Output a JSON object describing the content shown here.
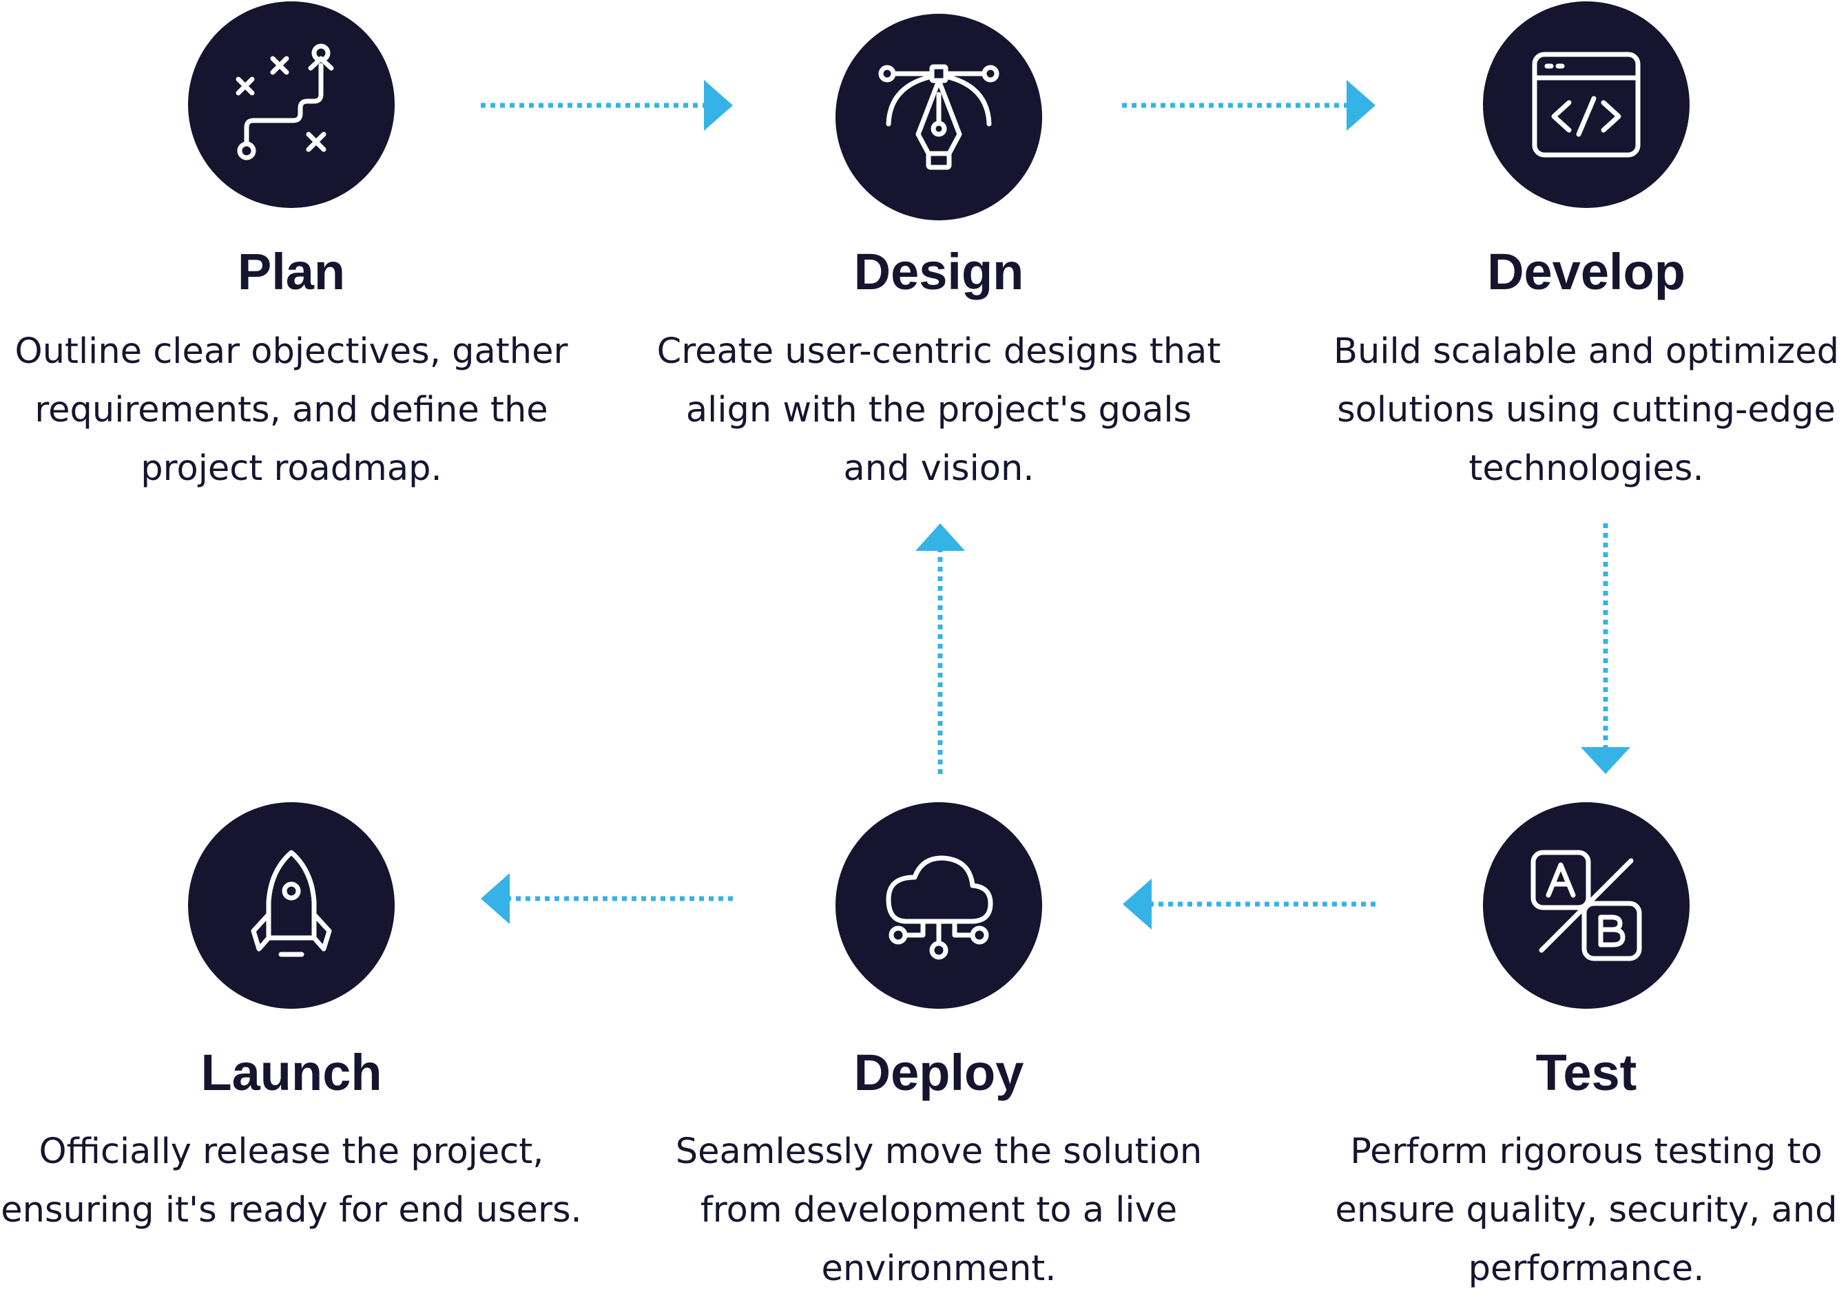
{
  "colors": {
    "circle": "#16142e",
    "text": "#16142e",
    "arrow": "#35b3e6",
    "icon_stroke": "#ffffff"
  },
  "steps": [
    {
      "id": "plan",
      "title": "Plan",
      "icon": "strategy-path-icon",
      "lines": [
        "Outline clear objectives, gather",
        "requirements, and define the",
        "project roadmap."
      ]
    },
    {
      "id": "design",
      "title": "Design",
      "icon": "pen-tool-icon",
      "lines": [
        "Create user-centric designs that",
        "align with the project's goals",
        "and vision."
      ]
    },
    {
      "id": "develop",
      "title": "Develop",
      "icon": "code-window-icon",
      "lines": [
        "Build scalable and optimized",
        "solutions using cutting-edge",
        "technologies."
      ]
    },
    {
      "id": "test",
      "title": "Test",
      "icon": "ab-test-icon",
      "lines": [
        "Perform rigorous testing to",
        "ensure quality, security, and",
        "performance."
      ]
    },
    {
      "id": "deploy",
      "title": "Deploy",
      "icon": "cloud-network-icon",
      "lines": [
        "Seamlessly move the solution",
        "from development to a live",
        "environment."
      ]
    },
    {
      "id": "launch",
      "title": "Launch",
      "icon": "rocket-icon",
      "lines": [
        "Officially release the project,",
        "ensuring it's ready for end users."
      ]
    }
  ],
  "connections": [
    {
      "from": "plan",
      "to": "design"
    },
    {
      "from": "design",
      "to": "develop"
    },
    {
      "from": "develop",
      "to": "test"
    },
    {
      "from": "test",
      "to": "deploy"
    },
    {
      "from": "deploy",
      "to": "launch"
    },
    {
      "from": "deploy",
      "to": "design"
    }
  ]
}
